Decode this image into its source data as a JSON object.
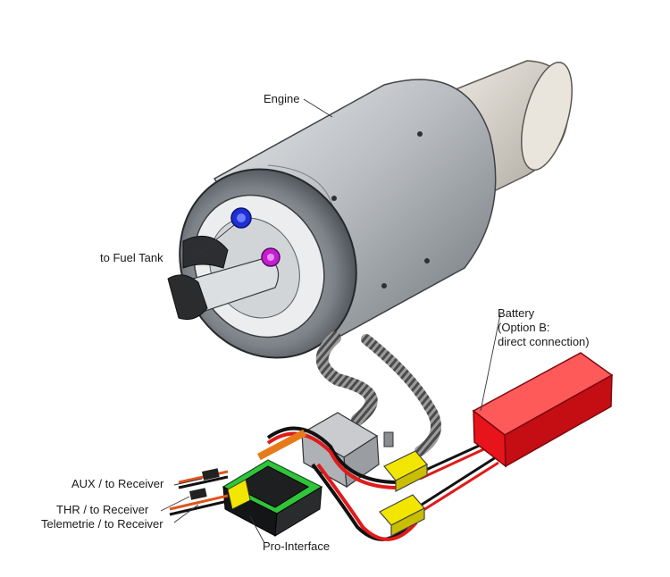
{
  "labels": {
    "engine": "Engine",
    "fuel_tank": "to Fuel Tank",
    "battery": "Battery",
    "battery_option": "(Option B:",
    "battery_connection": "direct connection)",
    "aux": "AUX / to Receiver",
    "thr": "THR / to Receiver",
    "telemetrie": "Telemetrie / to Receiver",
    "pro_interface": "Pro-Interface"
  },
  "colors": {
    "engine_metal": "#9ea3a8",
    "battery_red": "#e8141c",
    "connector_yellow": "#f2e600",
    "fuel_fitting_blue": "#1f2fd6",
    "fuel_fitting_magenta": "#c21fd1",
    "pcb_green": "#2fc43a",
    "cable_red": "#e11a1a"
  }
}
